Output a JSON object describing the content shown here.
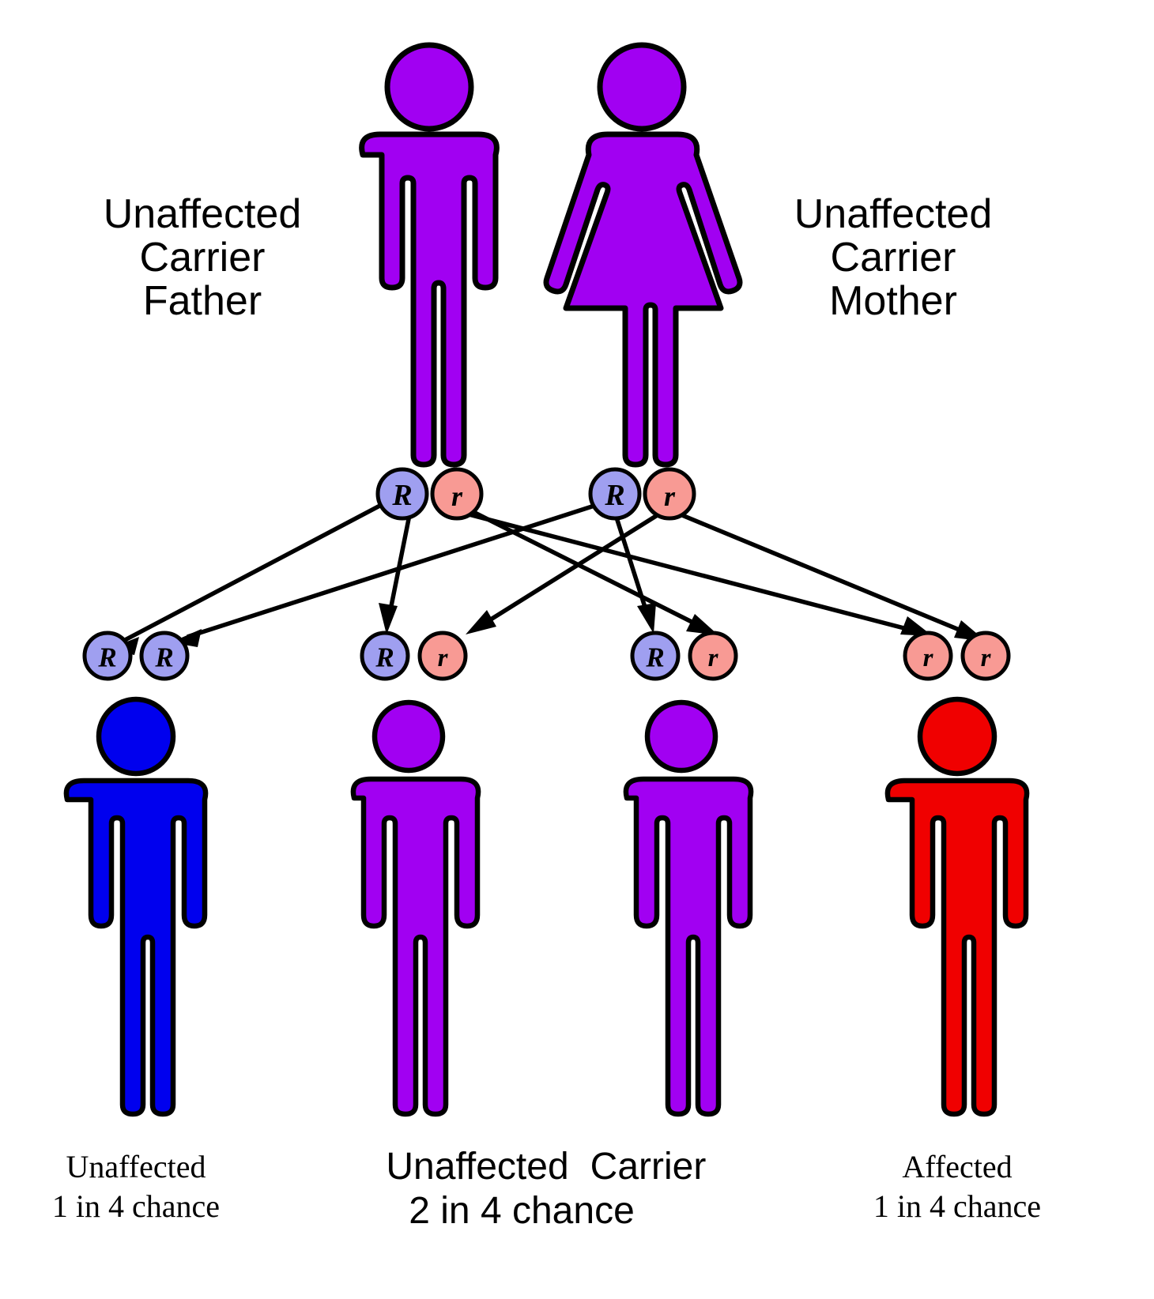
{
  "diagram": {
    "title": "Autosomal recessive inheritance punnett diagram",
    "background_color": "#ffffff",
    "outline_color": "#000000"
  },
  "colors": {
    "carrier_purple": "#a100f2",
    "unaffected_blue": "#0000ee",
    "affected_red": "#f00000",
    "allele_dominant_fill": "#9f9ff0",
    "allele_recessive_fill": "#f89a94",
    "outline": "#000000"
  },
  "parents": [
    {
      "id": "father",
      "label_lines": [
        "Unaffected",
        "Carrier",
        "Father"
      ],
      "label_side": "left",
      "sex": "male",
      "body_color": "#a100f2",
      "alleles": [
        {
          "symbol": "R",
          "type": "dominant",
          "fill": "#9f9ff0"
        },
        {
          "symbol": "r",
          "type": "recessive",
          "fill": "#f89a94"
        }
      ]
    },
    {
      "id": "mother",
      "label_lines": [
        "Unaffected",
        "Carrier",
        "Mother"
      ],
      "label_side": "right",
      "sex": "female",
      "body_color": "#a100f2",
      "alleles": [
        {
          "symbol": "R",
          "type": "dominant",
          "fill": "#9f9ff0"
        },
        {
          "symbol": "r",
          "type": "recessive",
          "fill": "#f89a94"
        }
      ]
    }
  ],
  "children": [
    {
      "id": "child-1",
      "genotype": [
        "R",
        "R"
      ],
      "allele_fills": [
        "#9f9ff0",
        "#9f9ff0"
      ],
      "body_color": "#0000ee",
      "status": "Unaffected",
      "chance": "1 in 4 chance",
      "label_font": "serif",
      "label_size": 38
    },
    {
      "id": "child-2",
      "genotype": [
        "R",
        "r"
      ],
      "allele_fills": [
        "#9f9ff0",
        "#f89a94"
      ],
      "body_color": "#a100f2",
      "status": "Unaffected",
      "chance": "2 in 4 chance",
      "label_font": "sans",
      "label_size": 47
    },
    {
      "id": "child-3",
      "genotype": [
        "R",
        "r"
      ],
      "allele_fills": [
        "#9f9ff0",
        "#f89a94"
      ],
      "body_color": "#a100f2",
      "status": "Carrier",
      "chance": "",
      "label_font": "sans",
      "label_size": 47
    },
    {
      "id": "child-4",
      "genotype": [
        "r",
        "r"
      ],
      "allele_fills": [
        "#f89a94",
        "#f89a94"
      ],
      "body_color": "#f00000",
      "status": "Affected",
      "chance": "1 in 4 chance",
      "label_font": "serif",
      "label_size": 38
    }
  ],
  "labels": {
    "father_line_1": "Unaffected",
    "father_line_2": "Carrier",
    "father_line_3": "Father",
    "mother_line_1": "Unaffected",
    "mother_line_2": "Carrier",
    "mother_line_3": "Mother",
    "child_1_status": "Unaffected",
    "child_1_chance": "1 in 4 chance",
    "child_2_status": "Unaffected",
    "child_2_chance": "2 in 4 chance",
    "child_3_status": "Carrier",
    "child_4_status": "Affected",
    "child_4_chance": "1 in 4 chance"
  },
  "alleles": {
    "father_R": "R",
    "father_r": "r",
    "mother_R": "R",
    "mother_r": "r",
    "c1_a": "R",
    "c1_b": "R",
    "c2_a": "R",
    "c2_b": "r",
    "c3_a": "R",
    "c3_b": "r",
    "c4_a": "r",
    "c4_b": "r"
  },
  "inheritance_arrows": [
    {
      "from": "father_R",
      "to": "c1_a"
    },
    {
      "from": "father_R",
      "to": "c2_a"
    },
    {
      "from": "father_r",
      "to": "c3_b"
    },
    {
      "from": "father_r",
      "to": "c4_a"
    },
    {
      "from": "mother_R",
      "to": "c1_b"
    },
    {
      "from": "mother_R",
      "to": "c3_a"
    },
    {
      "from": "mother_r",
      "to": "c2_b"
    },
    {
      "from": "mother_r",
      "to": "c4_b"
    }
  ]
}
